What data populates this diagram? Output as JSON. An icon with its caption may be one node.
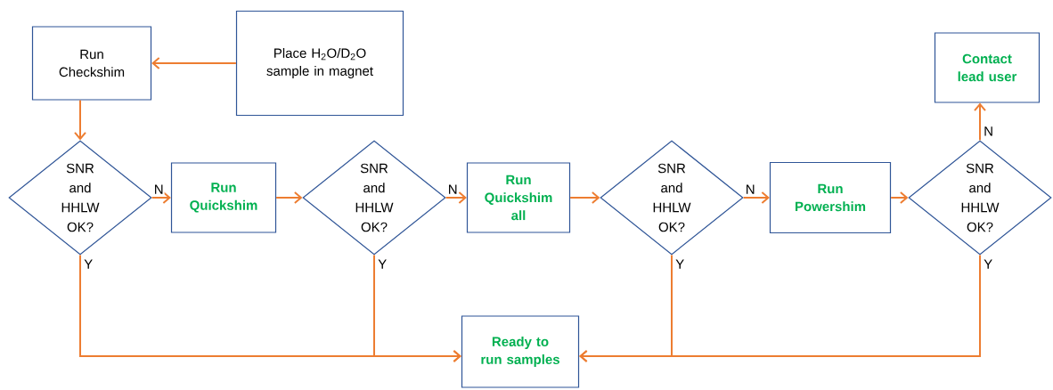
{
  "diagram": {
    "nodes": [
      {
        "text": [
          "Run Checkshim"
        ]
      },
      {
        "text": [
          "Place H$_{2}$O/D$_{2}$O sample in magnet"
        ]
      },
      {
        "text": [
          "Contact lead user"
        ]
      },
      {
        "text": [
          "SNR and HHLW OK?"
        ]
      },
      {
        "text": [
          "Run Quickshim"
        ]
      },
      {
        "text": [
          "SNR and HHLW OK?"
        ]
      },
      {
        "text": [
          "Run Quickshim all"
        ]
      },
      {
        "text": [
          "SNR and HHLW OK?"
        ]
      },
      {
        "text": [
          "Run Powershim"
        ]
      },
      {
        "text": [
          "SNR and HHLW OK?"
        ]
      },
      {
        "text": [
          "Ready to run samples"
        ]
      }
    ],
    "edges": [
      {
        "from": 1,
        "to": 0,
        "arrow": "to"
      },
      {
        "from": 0,
        "to": 3,
        "arrow": "to"
      },
      {
        "from": 3,
        "to": 4,
        "arrow": "to",
        "label": "N"
      },
      {
        "from": 4,
        "to": 5,
        "arrow": "to"
      },
      {
        "from": 5,
        "to": 6,
        "arrow": "to",
        "label": "N"
      },
      {
        "from": 6,
        "to": 7,
        "arrow": "to"
      },
      {
        "from": 7,
        "to": 8,
        "arrow": "to",
        "label": "N"
      },
      {
        "from": 8,
        "to": 9,
        "arrow": "to"
      },
      {
        "from": 9,
        "to": 2,
        "arrow": "to",
        "label": "N"
      },
      {
        "from": 3,
        "to": 10,
        "arrow": "to",
        "label": "Y"
      },
      {
        "from": 5,
        "to": 10,
        "arrow": "to",
        "label": "Y"
      },
      {
        "from": 7,
        "to": 10,
        "arrow": "to",
        "label": "Y"
      },
      {
        "from": 9,
        "to": 10,
        "arrow": "to",
        "label": "Y"
      }
    ]
  }
}
